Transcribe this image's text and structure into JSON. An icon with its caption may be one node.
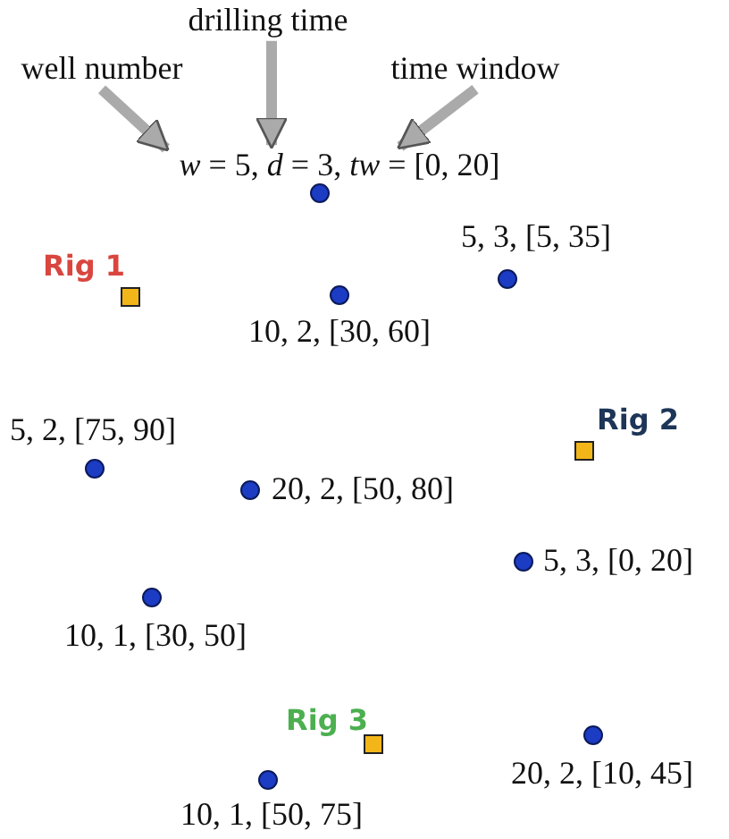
{
  "diagram": {
    "nodes": [
      {
        "text": [
          "well number"
        ]
      },
      {
        "text": [
          "drilling time"
        ]
      },
      {
        "text": [
          "time window"
        ]
      },
      {
        "text": [
          "*w* = 5, *d* = 3, *tw* = [0, 20]"
        ]
      },
      {
        "text": [],
        "shape": "circle"
      },
      {
        "text": [],
        "shape": "circle",
        "beside": [
          "5, 3, [5, 35]"
        ]
      },
      {
        "text": [],
        "shape": "box",
        "beside": [
          "Rig 1"
        ]
      },
      {
        "text": [],
        "shape": "circle",
        "beside": [
          "10, 2, [30, 60]"
        ]
      },
      {
        "text": [],
        "shape": "box",
        "beside": [
          "Rig 2"
        ]
      },
      {
        "text": [],
        "shape": "circle",
        "beside": [
          "5, 2, [75, 90]"
        ]
      },
      {
        "text": [],
        "shape": "circle",
        "beside": [
          "20, 2, [50, 80]"
        ]
      },
      {
        "text": [],
        "shape": "circle",
        "beside": [
          "5, 3, [0, 20]"
        ]
      },
      {
        "text": [],
        "shape": "circle",
        "beside": [
          "10, 1, [30, 50]"
        ]
      },
      {
        "text": [],
        "shape": "box",
        "beside": [
          "Rig 3"
        ]
      },
      {
        "text": [],
        "shape": "circle",
        "beside": [
          "20, 2, [10, 45]"
        ]
      },
      {
        "text": [],
        "shape": "circle",
        "beside": [
          "10, 1, [50, 75]"
        ]
      }
    ],
    "edges": [
      {
        "from": 0,
        "to": 3,
        "arrow": "to"
      },
      {
        "from": 1,
        "to": 3,
        "arrow": "to"
      },
      {
        "from": 2,
        "to": 3,
        "arrow": "to"
      }
    ]
  }
}
